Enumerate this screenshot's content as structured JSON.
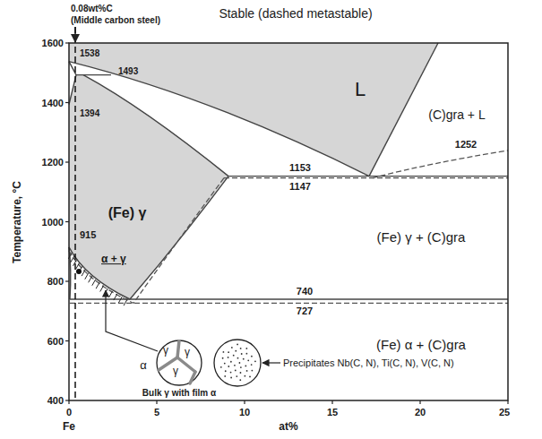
{
  "diagram": {
    "title": "Stable (dashed metastable)",
    "nodes": [
      {
        "text": [
          "γ",
          "γ",
          "γ"
        ]
      }
    ],
    "labels": [
      "0.08wt%C",
      "(Middle carbon steel)",
      "Temperature, °C",
      "1600",
      "1400",
      "1200",
      "1000",
      "800",
      "600",
      "400",
      "0",
      "5",
      "10",
      "15",
      "20",
      "25",
      "Fe",
      "at%",
      "1538",
      "1493",
      "1394",
      "L",
      "(C)gra + L",
      "1252",
      "1153",
      "1147",
      "(Fe) γ",
      "(Fe) γ + (C)gra",
      "915",
      "α + γ",
      "740",
      "727",
      "(Fe) α + (C)gra",
      "α",
      "Bulk γ with film α",
      "Precipitates Nb(C, N), Ti(C, N), V(C, N)"
    ]
  }
}
